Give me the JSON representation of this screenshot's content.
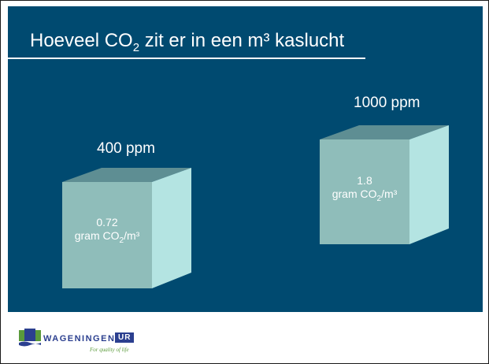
{
  "slide": {
    "title_prefix": "Hoeveel CO",
    "title_sub": "2",
    "title_suffix": " zit er in een m³ kaslucht"
  },
  "cubes": [
    {
      "label": "400 ppm",
      "value": "0.72",
      "unit_prefix": "gram CO",
      "unit_sub": "2",
      "unit_suffix": "/m³"
    },
    {
      "label": "1000 ppm",
      "value": "1.8",
      "unit_prefix": "gram CO",
      "unit_sub": "2",
      "unit_suffix": "/m³"
    }
  ],
  "footer": {
    "logo_text": "WAGENINGEN",
    "logo_ur": "UR",
    "tagline": "For quality of life"
  },
  "colors": {
    "background": "#004A70",
    "cube_front": "#8FBDBA",
    "cube_top": "#5E8E93",
    "cube_side": "#B4E4E2",
    "logo_blue": "#2B3F8F",
    "logo_green": "#5A9A3A"
  }
}
